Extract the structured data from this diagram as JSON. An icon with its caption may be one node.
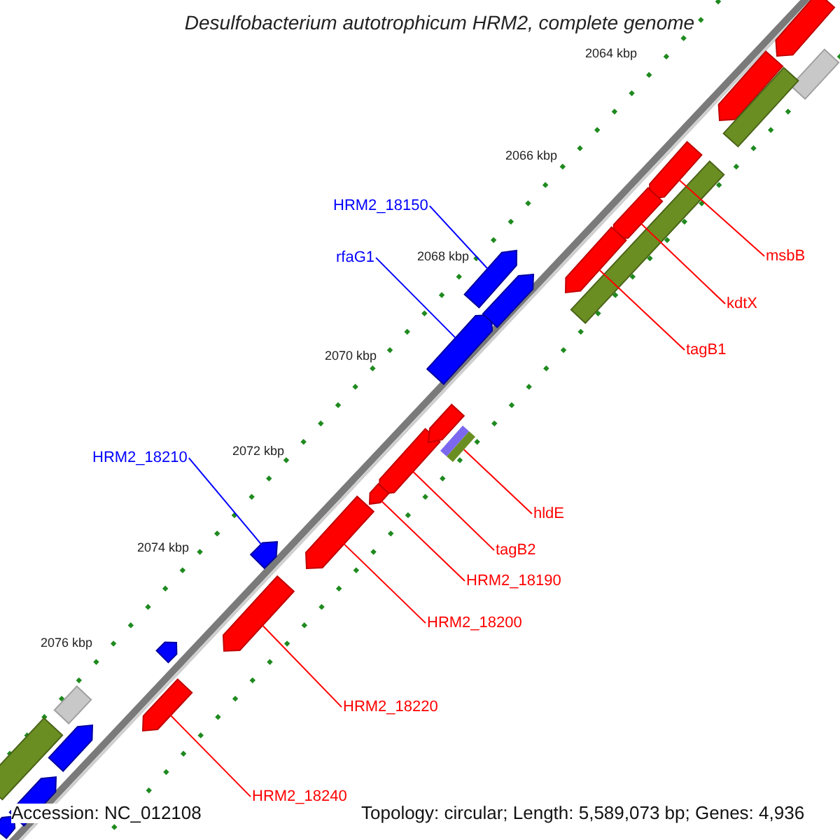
{
  "diagram": {
    "title": "Desulfobacterium autotrophicum HRM2, complete genome",
    "nodes": [
      {
        "text": [
          "HRM2_18150"
        ]
      },
      {
        "text": [
          "rfaG1"
        ]
      },
      {
        "text": [
          "msbB"
        ]
      },
      {
        "text": [
          "kdtX"
        ]
      },
      {
        "text": [
          "tagB1"
        ]
      },
      {
        "text": [
          "HRM2_18210"
        ]
      },
      {
        "text": [
          "hldE"
        ]
      },
      {
        "text": [
          "tagB2"
        ]
      },
      {
        "text": [
          "HRM2_18190"
        ]
      },
      {
        "text": [
          "HRM2_18200"
        ]
      },
      {
        "text": [
          "HRM2_18220"
        ]
      },
      {
        "text": [
          "HRM2_18240"
        ]
      },
      {
        "text": [],
        "shape": "bar"
      },
      {
        "text": [],
        "shape": "bar"
      },
      {
        "text": [],
        "shape": "bar"
      },
      {
        "text": [],
        "shape": "bar"
      },
      {
        "text": [],
        "shape": "bar"
      },
      {
        "text": [],
        "shape": "bar"
      },
      {
        "text": [],
        "shape": "bar"
      },
      {
        "text": [],
        "shape": "bar"
      },
      {
        "text": [],
        "shape": "bar"
      },
      {
        "text": [],
        "shape": "bar"
      },
      {
        "text": [],
        "shape": "bar"
      },
      {
        "text": [],
        "shape": "bar"
      },
      {
        "text": [],
        "shape": "bar"
      },
      {
        "text": [],
        "shape": "bar"
      },
      {
        "text": [],
        "shape": "bar"
      },
      {
        "text": [],
        "shape": "bar"
      },
      {
        "text": [],
        "shape": "bar"
      },
      {
        "text": [],
        "shape": "bar"
      },
      {
        "text": [],
        "shape": "bar"
      },
      {
        "text": [],
        "shape": "bar"
      },
      {
        "text": [],
        "shape": "bar"
      },
      {
        "text": [],
        "shape": "bar"
      },
      {
        "text": [],
        "shape": "bar"
      },
      {
        "text": [],
        "shape": "bar"
      },
      {
        "text": [],
        "shape": "bar"
      }
    ],
    "edges": [
      {
        "from": 0,
        "to": 12,
        "arrow": "none",
        "color": "#0000ff"
      },
      {
        "from": 1,
        "to": 13,
        "arrow": "none",
        "color": "#0000ff"
      },
      {
        "from": 2,
        "to": 14,
        "arrow": "none"
      },
      {
        "from": 3,
        "to": 15,
        "arrow": "none"
      },
      {
        "from": 4,
        "to": 16,
        "arrow": "none"
      },
      {
        "from": 5,
        "to": 17,
        "arrow": "none",
        "color": "#0000ff"
      },
      {
        "from": 6,
        "to": 18,
        "arrow": "none"
      },
      {
        "from": 7,
        "to": 19,
        "arrow": "none"
      },
      {
        "from": 8,
        "to": 20,
        "arrow": "none"
      },
      {
        "from": 9,
        "to": 21,
        "arrow": "none"
      },
      {
        "from": 10,
        "to": 22,
        "arrow": "none"
      },
      {
        "from": 11,
        "to": 23,
        "arrow": "none"
      }
    ],
    "labels": [
      "2064 kbp",
      "2066 kbp",
      "2068 kbp",
      "2070 kbp",
      "2072 kbp",
      "2074 kbp",
      "2076 kbp",
      "Accession: NC_012108",
      "Topology: circular; Length: 5,589,073 bp; Genes: 4,936"
    ]
  }
}
